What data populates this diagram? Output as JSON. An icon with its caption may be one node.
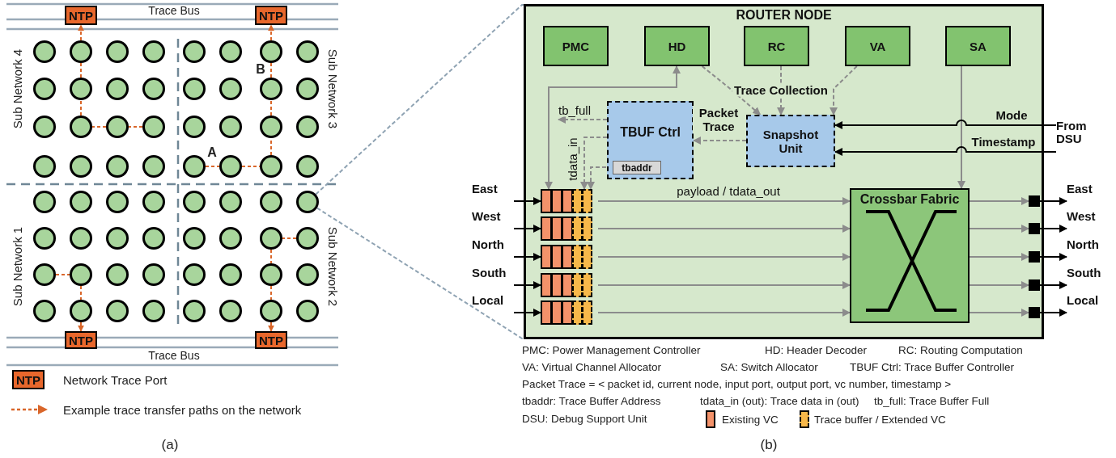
{
  "diagram": {
    "nodes": [
      {
        "text": [
          "NTP"
        ]
      },
      {
        "text": [
          "NTP"
        ]
      },
      {
        "text": [],
        "shape": "circle"
      },
      {
        "text": [],
        "shape": "circle"
      },
      {
        "text": [],
        "shape": "circle"
      },
      {
        "text": [],
        "shape": "circle"
      },
      {
        "text": [],
        "shape": "circle"
      },
      {
        "text": [],
        "shape": "circle"
      },
      {
        "text": [],
        "shape": "circle"
      },
      {
        "text": [],
        "shape": "circle"
      },
      {
        "text": [],
        "shape": "circle"
      },
      {
        "text": [],
        "shape": "circle"
      },
      {
        "text": [],
        "shape": "circle"
      },
      {
        "text": [],
        "shape": "circle"
      },
      {
        "text": [],
        "shape": "circle"
      },
      {
        "text": [],
        "shape": "circle"
      },
      {
        "text": [],
        "shape": "circle"
      },
      {
        "text": [],
        "shape": "circle"
      },
      {
        "text": [],
        "shape": "circle"
      },
      {
        "text": [],
        "shape": "circle"
      },
      {
        "text": [],
        "shape": "circle"
      },
      {
        "text": [],
        "shape": "circle"
      },
      {
        "text": [],
        "shape": "circle"
      },
      {
        "text": [],
        "shape": "circle"
      },
      {
        "text": [],
        "shape": "circle"
      },
      {
        "text": [],
        "shape": "circle"
      },
      {
        "text": [],
        "shape": "circle"
      },
      {
        "text": [],
        "shape": "circle"
      },
      {
        "text": [],
        "shape": "circle"
      },
      {
        "text": [],
        "shape": "circle"
      },
      {
        "text": [],
        "shape": "circle"
      },
      {
        "text": [],
        "shape": "circle"
      },
      {
        "text": [],
        "shape": "circle"
      },
      {
        "text": [],
        "shape": "circle"
      },
      {
        "text": [],
        "shape": "circle"
      },
      {
        "text": [],
        "shape": "circle"
      },
      {
        "text": [],
        "shape": "circle"
      },
      {
        "text": [],
        "shape": "circle"
      },
      {
        "text": [],
        "shape": "circle"
      },
      {
        "text": [],
        "shape": "circle"
      },
      {
        "text": [],
        "shape": "circle"
      },
      {
        "text": [],
        "shape": "circle"
      },
      {
        "text": [],
        "shape": "circle"
      },
      {
        "text": [],
        "shape": "circle"
      },
      {
        "text": [],
        "shape": "circle"
      },
      {
        "text": [],
        "shape": "circle"
      },
      {
        "text": [],
        "shape": "circle"
      },
      {
        "text": [],
        "shape": "circle"
      },
      {
        "text": [],
        "shape": "circle"
      },
      {
        "text": [],
        "shape": "circle"
      },
      {
        "text": [],
        "shape": "circle"
      },
      {
        "text": [],
        "shape": "circle"
      },
      {
        "text": [],
        "shape": "circle"
      },
      {
        "text": [],
        "shape": "circle"
      },
      {
        "text": [],
        "shape": "circle"
      },
      {
        "text": [],
        "shape": "circle"
      },
      {
        "text": [],
        "shape": "circle"
      },
      {
        "text": [],
        "shape": "circle"
      },
      {
        "text": [],
        "shape": "circle"
      },
      {
        "text": [],
        "shape": "circle"
      },
      {
        "text": [],
        "shape": "circle"
      },
      {
        "text": [],
        "shape": "circle"
      },
      {
        "text": [],
        "shape": "circle"
      },
      {
        "text": [],
        "shape": "circle"
      },
      {
        "text": [],
        "shape": "circle"
      },
      {
        "text": [],
        "shape": "circle"
      },
      {
        "text": [
          "NTP"
        ]
      },
      {
        "text": [
          "NTP"
        ]
      },
      {
        "text": [
          "ROUTER NODE"
        ]
      },
      {
        "text": [
          "PMC"
        ],
        "in": 68
      },
      {
        "text": [
          "HD"
        ],
        "in": 68
      },
      {
        "text": [
          "RC"
        ],
        "in": 68
      },
      {
        "text": [
          "VA"
        ],
        "in": 68
      },
      {
        "text": [
          "SA"
        ],
        "in": 68
      },
      {
        "text": [
          "TBUF Ctrl"
        ],
        "in": 68
      },
      {
        "text": [
          "tbaddr"
        ],
        "in": 74
      },
      {
        "text": [
          "Snapshot Unit"
        ],
        "in": 68
      },
      {
        "text": [
          "From DSU"
        ]
      },
      {
        "text": [
          "East"
        ]
      },
      {
        "text": [
          "West"
        ]
      },
      {
        "text": [
          "North"
        ]
      },
      {
        "text": [
          "South"
        ]
      },
      {
        "text": [
          "Local"
        ]
      },
      {
        "text": [],
        "shape": "box",
        "in": 68
      },
      {
        "text": [],
        "shape": "box",
        "in": 68
      },
      {
        "text": [],
        "shape": "box",
        "in": 68
      },
      {
        "text": [],
        "shape": "box",
        "in": 68
      },
      {
        "text": [],
        "shape": "box",
        "in": 68
      },
      {
        "text": [
          "Crossbar Fabric"
        ],
        "in": 68
      },
      {
        "text": [],
        "shape": "box",
        "in": 68
      },
      {
        "text": [],
        "shape": "box",
        "in": 68
      },
      {
        "text": [],
        "shape": "box",
        "in": 68
      },
      {
        "text": [],
        "shape": "box",
        "in": 68
      },
      {
        "text": [],
        "shape": "box",
        "in": 68
      },
      {
        "text": [
          "East"
        ]
      },
      {
        "text": [
          "West"
        ]
      },
      {
        "text": [
          "North"
        ]
      },
      {
        "text": [
          "South"
        ]
      },
      {
        "text": [
          "Local"
        ]
      }
    ],
    "edges": [
      {
        "from": 21,
        "to": 20,
        "arrow": "none",
        "style": "dashed",
        "color": "#d9662a"
      },
      {
        "from": 20,
        "to": 19,
        "arrow": "none",
        "style": "dashed",
        "color": "#d9662a"
      },
      {
        "from": 19,
        "to": 11,
        "arrow": "none",
        "style": "dashed",
        "color": "#d9662a"
      },
      {
        "from": 11,
        "to": 3,
        "arrow": "none",
        "style": "dashed",
        "color": "#d9662a"
      },
      {
        "from": 3,
        "to": 0,
        "arrow": "to",
        "style": "dashed",
        "color": "#d9662a"
      },
      {
        "from": 30,
        "to": 31,
        "arrow": "none",
        "style": "dashed",
        "color": "#d9662a"
      },
      {
        "from": 31,
        "to": 32,
        "arrow": "none",
        "style": "dashed",
        "color": "#d9662a"
      },
      {
        "from": 32,
        "to": 24,
        "arrow": "none",
        "style": "dashed",
        "color": "#d9662a"
      },
      {
        "from": 24,
        "to": 16,
        "arrow": "none",
        "style": "dashed",
        "color": "#d9662a"
      },
      {
        "from": 16,
        "to": 8,
        "arrow": "none",
        "style": "dashed",
        "color": "#d9662a"
      },
      {
        "from": 8,
        "to": 1,
        "arrow": "to",
        "style": "dashed",
        "color": "#d9662a"
      },
      {
        "from": 50,
        "to": 51,
        "arrow": "none",
        "style": "dashed",
        "color": "#d9662a"
      },
      {
        "from": 51,
        "to": 59,
        "arrow": "none",
        "style": "dashed",
        "color": "#d9662a"
      },
      {
        "from": 59,
        "to": 66,
        "arrow": "to",
        "style": "dashed",
        "color": "#d9662a"
      },
      {
        "from": 49,
        "to": 48,
        "arrow": "none",
        "style": "dashed",
        "color": "#d9662a"
      },
      {
        "from": 48,
        "to": 56,
        "arrow": "none",
        "style": "dashed",
        "color": "#d9662a"
      },
      {
        "from": 56,
        "to": 64,
        "arrow": "none",
        "style": "dashed",
        "color": "#d9662a"
      },
      {
        "from": 64,
        "to": 67,
        "arrow": "to",
        "style": "dashed",
        "color": "#d9662a"
      },
      {
        "from": 41,
        "to": 68,
        "arrow": "none",
        "style": "dashed",
        "color": "#8fa3b3"
      },
      {
        "from": 41,
        "to": 68,
        "arrow": "none",
        "style": "dashed",
        "color": "#8fa3b3"
      },
      {
        "from": 70,
        "to": 83,
        "arrow": "both",
        "color": "#8c8c8c"
      },
      {
        "from": 70,
        "to": 76,
        "arrow": "to",
        "style": "dashed",
        "color": "#8c8c8c"
      },
      {
        "from": 71,
        "to": 76,
        "arrow": "to",
        "style": "dashed",
        "color": "#8c8c8c",
        "label": "Trace Collection"
      },
      {
        "from": 72,
        "to": 76,
        "arrow": "to",
        "style": "dashed",
        "color": "#8c8c8c"
      },
      {
        "from": 76,
        "to": 74,
        "arrow": "to",
        "style": "dashed",
        "color": "#8c8c8c",
        "label": "Packet Trace"
      },
      {
        "from": 74,
        "to": null,
        "arrow": "to",
        "style": "dashed",
        "color": "#8c8c8c",
        "label": "tb_full"
      },
      {
        "from": 74,
        "to": 83,
        "arrow": "to",
        "style": "dashed",
        "color": "#8c8c8c",
        "label": "tdata_in"
      },
      {
        "from": 75,
        "to": 83,
        "arrow": "to",
        "style": "dashed",
        "color": "#8c8c8c"
      },
      {
        "from": 73,
        "to": 88,
        "arrow": "to",
        "color": "#8c8c8c"
      },
      {
        "from": 77,
        "to": 76,
        "arrow": "to",
        "color": "#000000",
        "label": "Mode"
      },
      {
        "from": 77,
        "to": 76,
        "arrow": "to",
        "color": "#000000",
        "label": "Timestamp"
      },
      {
        "from": 78,
        "to": 83,
        "arrow": "to",
        "color": "#000000"
      },
      {
        "from": 79,
        "to": 84,
        "arrow": "to",
        "color": "#000000"
      },
      {
        "from": 80,
        "to": 85,
        "arrow": "to",
        "color": "#000000"
      },
      {
        "from": 81,
        "to": 86,
        "arrow": "to",
        "color": "#000000"
      },
      {
        "from": 82,
        "to": 87,
        "arrow": "to",
        "color": "#000000"
      },
      {
        "from": 83,
        "to": 88,
        "arrow": "to",
        "color": "#8c8c8c",
        "label": "payload / tdata_out"
      },
      {
        "from": 84,
        "to": 88,
        "arrow": "to",
        "color": "#8c8c8c"
      },
      {
        "from": 85,
        "to": 88,
        "arrow": "to",
        "color": "#8c8c8c"
      },
      {
        "from": 86,
        "to": 88,
        "arrow": "to",
        "color": "#8c8c8c"
      },
      {
        "from": 87,
        "to": 88,
        "arrow": "to",
        "color": "#8c8c8c"
      },
      {
        "from": 88,
        "to": 89,
        "arrow": "to",
        "color": "#8c8c8c"
      },
      {
        "from": 88,
        "to": 90,
        "arrow": "to",
        "color": "#8c8c8c"
      },
      {
        "from": 88,
        "to": 91,
        "arrow": "to",
        "color": "#8c8c8c"
      },
      {
        "from": 88,
        "to": 92,
        "arrow": "to",
        "color": "#8c8c8c"
      },
      {
        "from": 88,
        "to": 93,
        "arrow": "to",
        "color": "#8c8c8c"
      },
      {
        "from": 89,
        "to": 94,
        "arrow": "to",
        "color": "#000000"
      },
      {
        "from": 90,
        "to": 95,
        "arrow": "to",
        "color": "#000000"
      },
      {
        "from": 91,
        "to": 96,
        "arrow": "to",
        "color": "#000000"
      },
      {
        "from": 92,
        "to": 97,
        "arrow": "to",
        "color": "#000000"
      },
      {
        "from": 93,
        "to": 98,
        "arrow": "to",
        "color": "#000000"
      }
    ],
    "labels": [
      "Trace Bus",
      "Sub Network 4",
      "B",
      "Sub Network 3",
      "A",
      "Sub Network 1",
      "Sub Network 2",
      "Trace Bus",
      "NTP",
      "(a)",
      "PMC: Power Management Controller",
      "HD: Header Decoder",
      "RC: Routing Computation",
      "VA: Virtual Channel Allocator",
      "SA: Switch Allocator",
      "TBUF Ctrl: Trace Buffer Controller",
      "Packet Trace = < packet id, current node, input port, output port, vc number, timestamp >",
      "tbaddr: Trace Buffer Address",
      "tdata_in (out): Trace data in (out)",
      "tb_full: Trace Buffer Full",
      "DSU: Debug Support Unit",
      "(b)"
    ],
    "legend": [
      {
        "text": "Network Trace Port"
      },
      {
        "text": "Example trace transfer paths on the network"
      },
      {
        "text": "Existing VC",
        "color": "#f4926a"
      },
      {
        "text": "Trace buffer / Extended VC",
        "color": "#f7b84a"
      }
    ]
  }
}
